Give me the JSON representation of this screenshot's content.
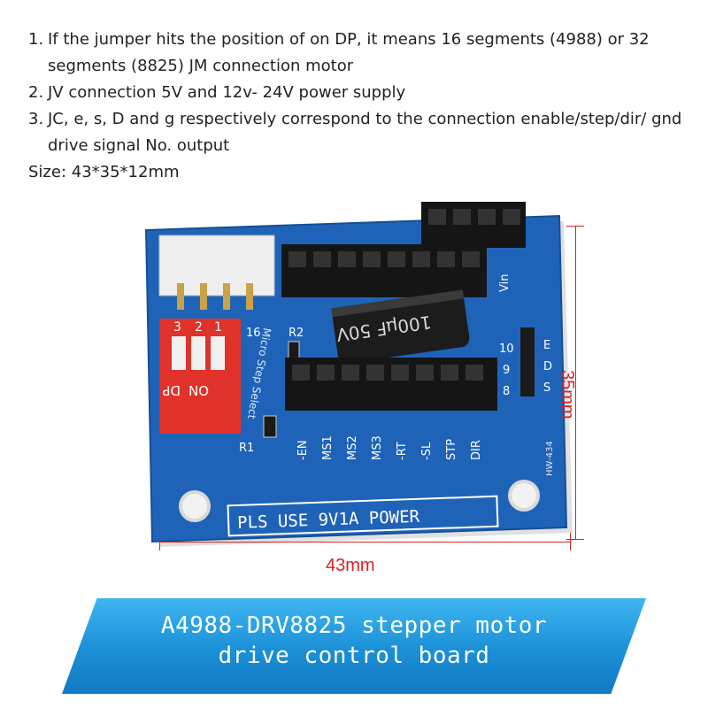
{
  "notes": {
    "items": [
      "If the jumper hits the position of on DP, it means 16 segments (4988) or 32 segments (8825) JM connection motor",
      "JV connection 5V and 12v- 24V power supply",
      "JC, e, s, D and g respectively correspond to the connection enable/step/dir/ gnd drive signal No. output"
    ],
    "numbers": [
      "1.",
      "2.",
      "3."
    ],
    "size": "Size: 43*35*12mm"
  },
  "board": {
    "pin_labels": [
      "-EN",
      "MS1",
      "MS2",
      "MS3",
      "-RT",
      "-SL",
      "STP",
      "DIR"
    ],
    "power_text": "PLS USE 9V1A POWER",
    "capacitor_text": "100µF 50V",
    "switch_on": "ON",
    "switch_dp": "DP",
    "switch_numbers": [
      "3",
      "2",
      "1"
    ],
    "silk_r1": "R1",
    "silk_r2": "R2",
    "silk_16": "16",
    "silk_select": "Micro Step Select",
    "silk_vin": "Vin",
    "silk_model": "HW-434",
    "jumper_left": [
      "10",
      "9",
      "8"
    ],
    "jumper_right": [
      "E",
      "D",
      "S"
    ]
  },
  "dimensions": {
    "width": "43mm",
    "height": "35mm"
  },
  "banner": {
    "line1": "A4988-DRV8825 stepper motor",
    "line2": "drive control board"
  },
  "colors": {
    "pcb": "#1f63b8",
    "switch": "#e0322b",
    "dimension": "#e02020",
    "banner": "#1b8fd6"
  }
}
